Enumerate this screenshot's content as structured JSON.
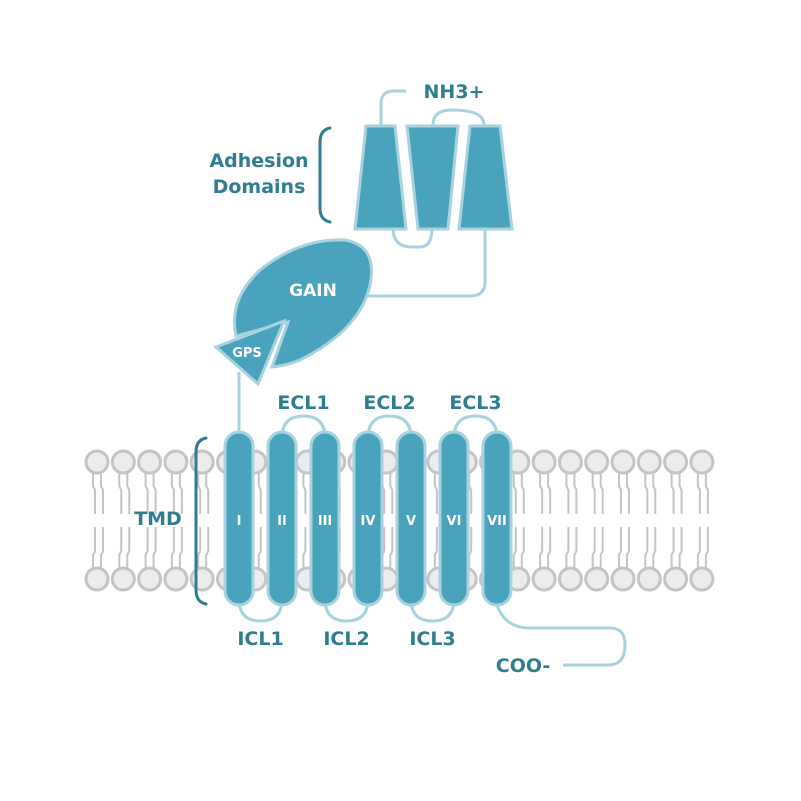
{
  "title": "Adhesion GPCR structure",
  "labels": {
    "n_terminus": "NH3+",
    "c_terminus": "COO-",
    "adhesion_domains_line1": "Adhesion",
    "adhesion_domains_line2": "Domains",
    "gain": "GAIN",
    "gps": "GPS",
    "tmd": "TMD"
  },
  "extracellular_loops": [
    "ECL1",
    "ECL2",
    "ECL3"
  ],
  "intracellular_loops": [
    "ICL1",
    "ICL2",
    "ICL3"
  ],
  "helices": [
    "I",
    "II",
    "III",
    "IV",
    "V",
    "VI",
    "VII"
  ],
  "colors": {
    "protein_fill": "#4aa3bc",
    "protein_outline": "#a8d3de",
    "label_text": "#2f7d8f",
    "membrane": "#c4c4c4"
  }
}
